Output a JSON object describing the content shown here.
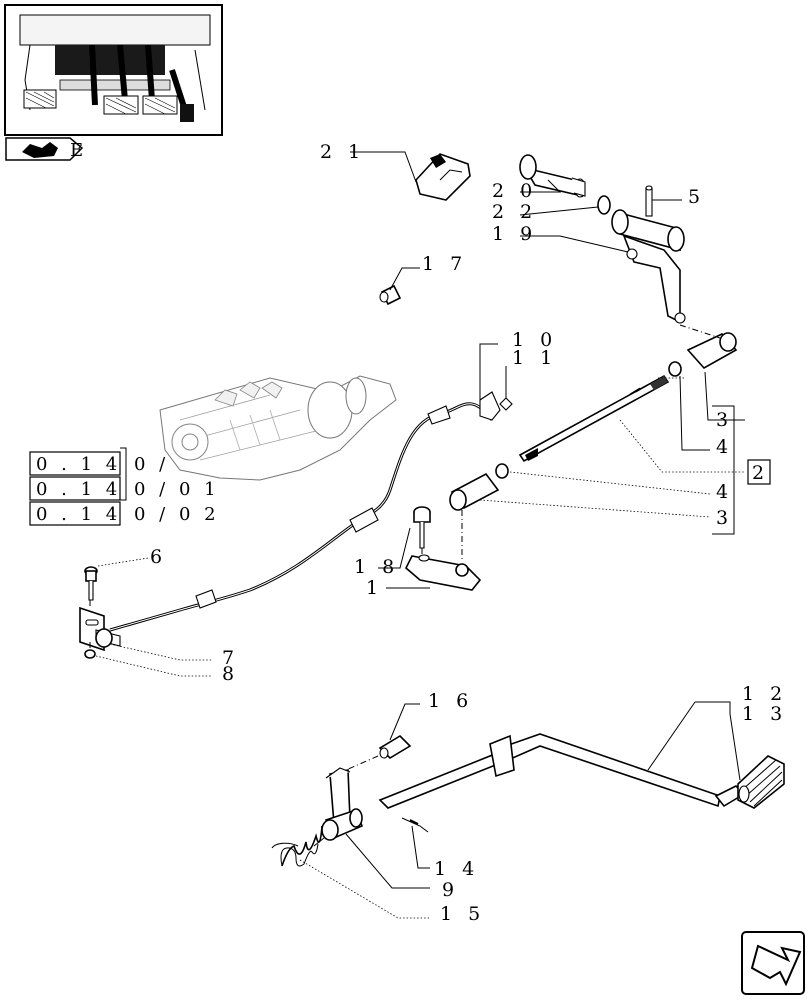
{
  "callouts": {
    "c21": "2 1",
    "c20": "2 0",
    "c22": "2 2",
    "c19": "1 9",
    "c5": "5",
    "c17": "1 7",
    "c10": "1 0",
    "c11": "1 1",
    "c3a": "3",
    "c4a": "4",
    "c4b": "4",
    "c3b": "3",
    "c2": "2",
    "c18": "1 8",
    "c1": "1",
    "c6": "6",
    "c7": "7",
    "c8": "8",
    "c16": "1 6",
    "c12": "1 2",
    "c13": "1 3",
    "c14": "1 4",
    "c9": "9",
    "c15": "1 5"
  },
  "references": [
    {
      "prefix": "0 . 1 4",
      "suffix": "0 /"
    },
    {
      "prefix": "0 . 1 4",
      "suffix": "0 / 0 1"
    },
    {
      "prefix": "0 . 1 4",
      "suffix": "0 / 0 2"
    }
  ],
  "thumbnail_tab": "E"
}
